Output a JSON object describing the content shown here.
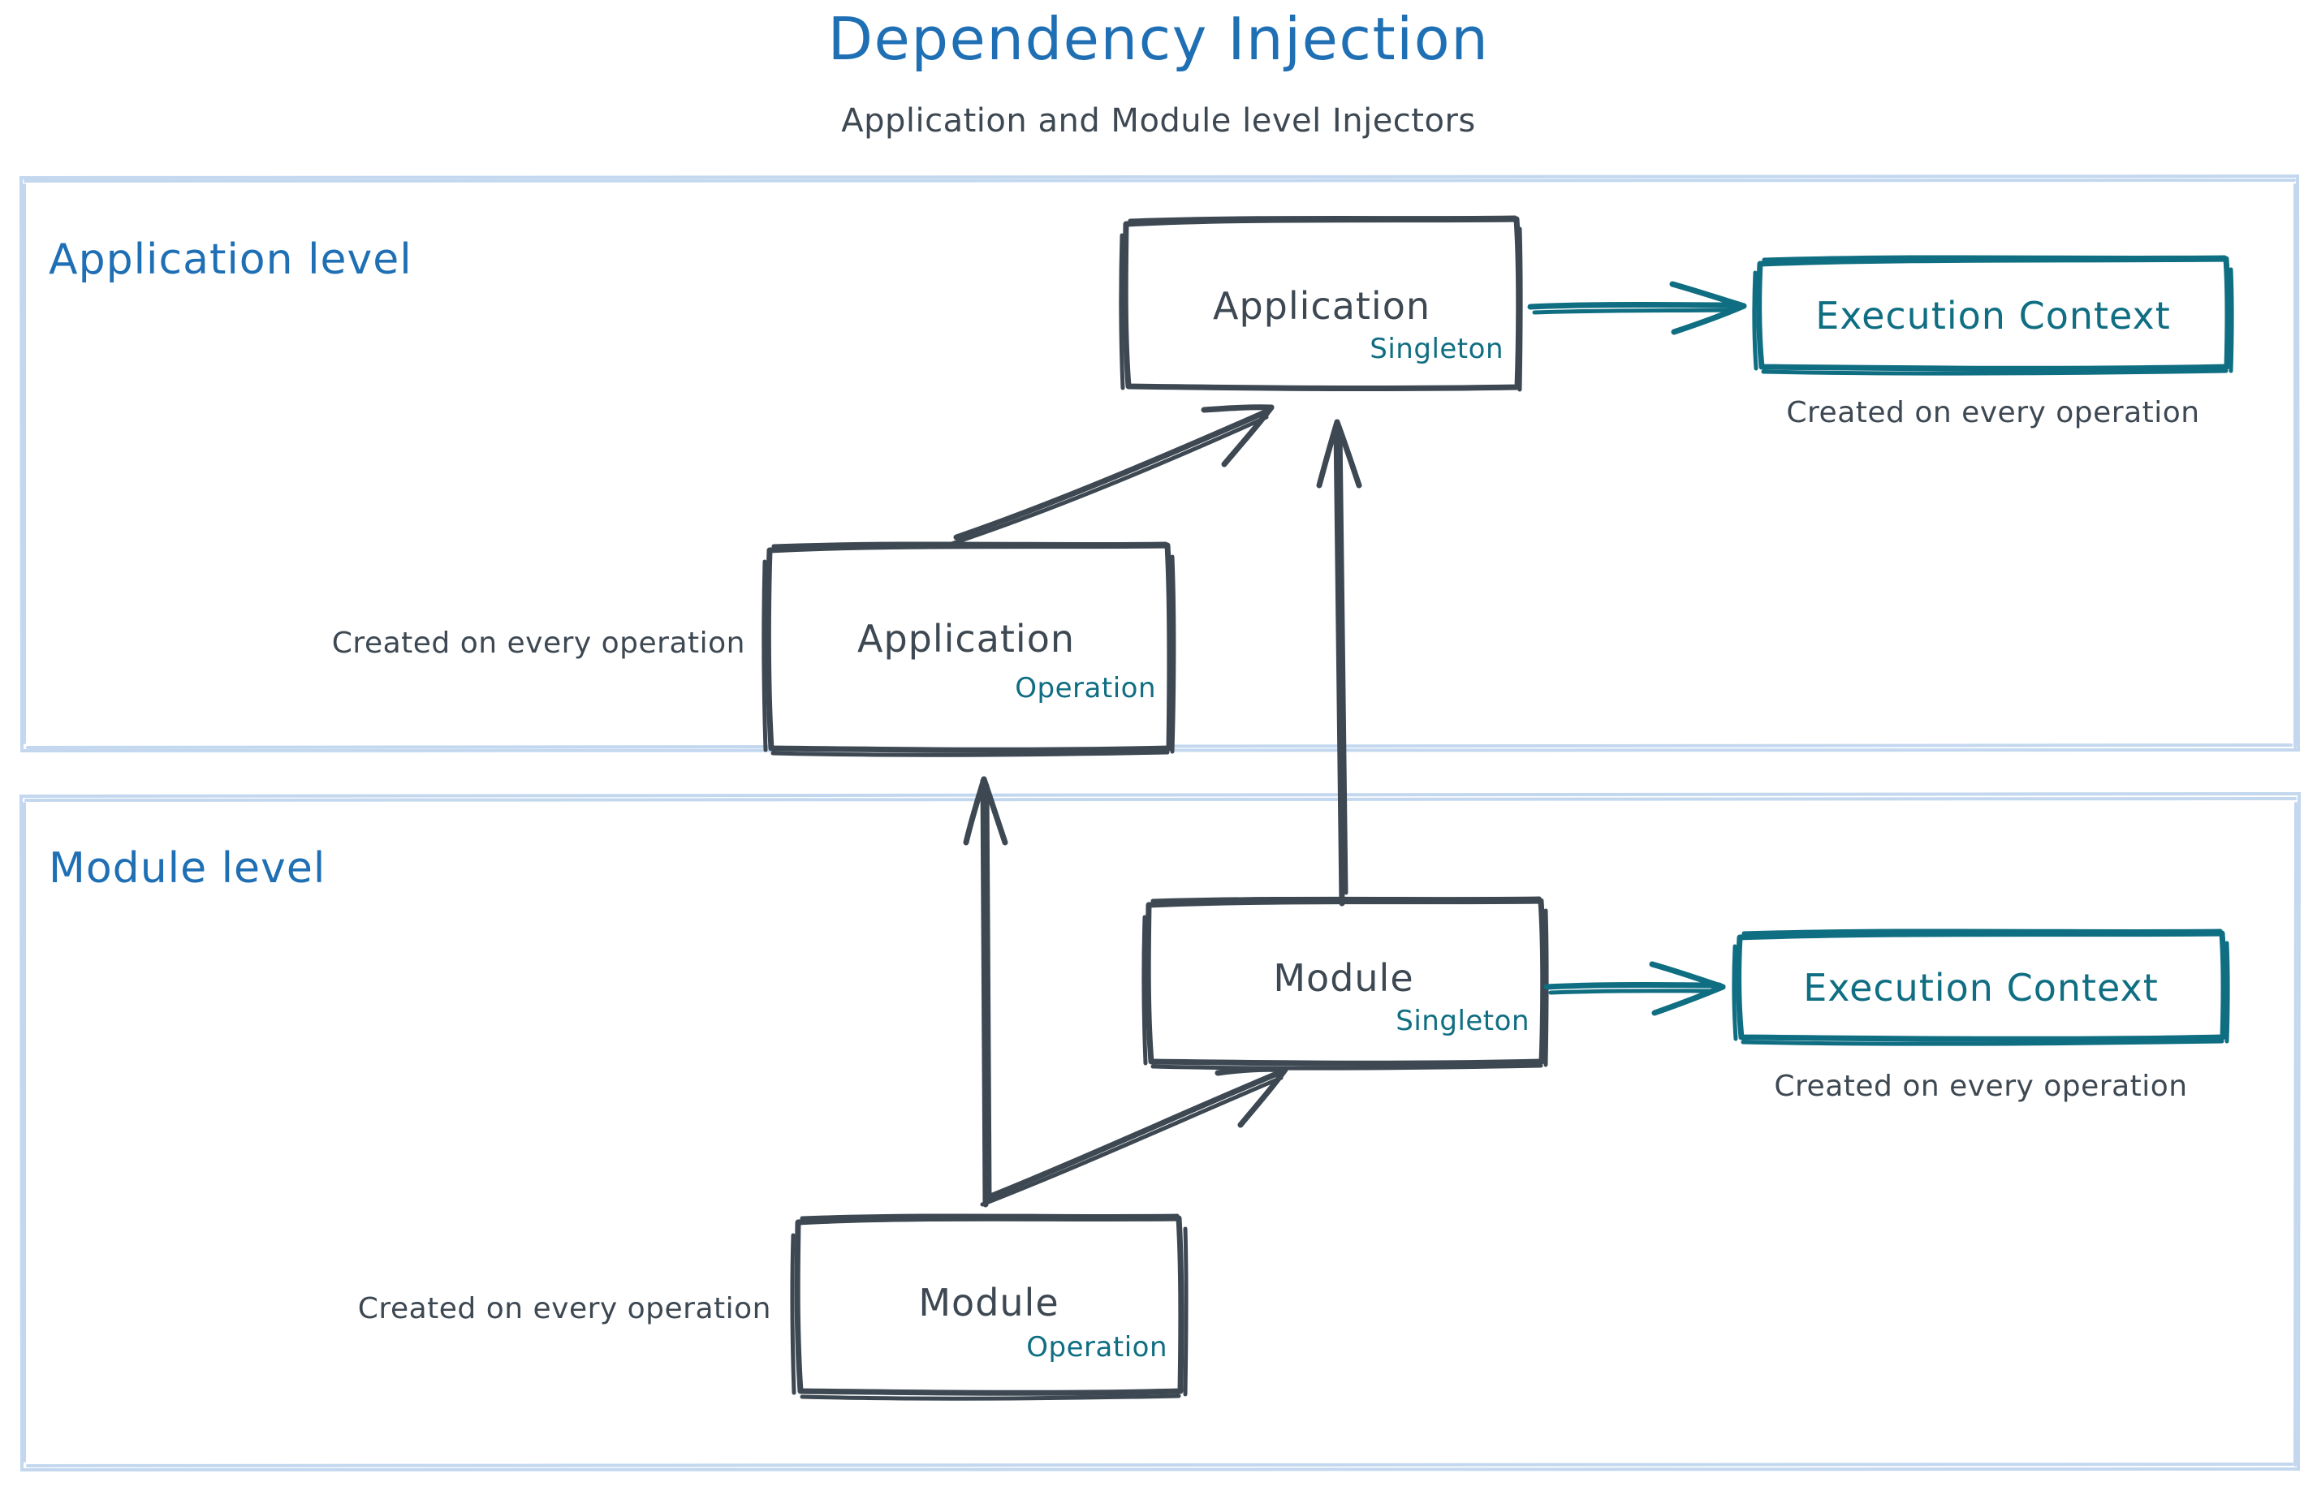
{
  "header": {
    "title": "Dependency Injection",
    "subtitle": "Application and Module level Injectors",
    "title_color": "#1f6fb4",
    "subtitle_color": "#3d4852"
  },
  "colors": {
    "accent_blue": "#1f6fb4",
    "ink_gray": "#3d4852",
    "teal": "#0f6e82",
    "panel_border": "#c3d8ef"
  },
  "panels": [
    {
      "id": "application-level",
      "label": "Application level"
    },
    {
      "id": "module-level",
      "label": "Module level"
    }
  ],
  "nodes": {
    "application_singleton": {
      "title": "Application",
      "badge": "Singleton"
    },
    "application_operation": {
      "title": "Application",
      "badge": "Operation"
    },
    "module_singleton": {
      "title": "Module",
      "badge": "Singleton"
    },
    "module_operation": {
      "title": "Module",
      "badge": "Operation"
    },
    "execution_context_app": {
      "title": "Execution Context"
    },
    "execution_context_mod": {
      "title": "Execution Context"
    }
  },
  "captions": {
    "app_execution_context": "Created on every operation",
    "app_operation": "Created on every operation",
    "mod_execution_context": "Created on every operation",
    "mod_operation": "Created on every operation"
  }
}
